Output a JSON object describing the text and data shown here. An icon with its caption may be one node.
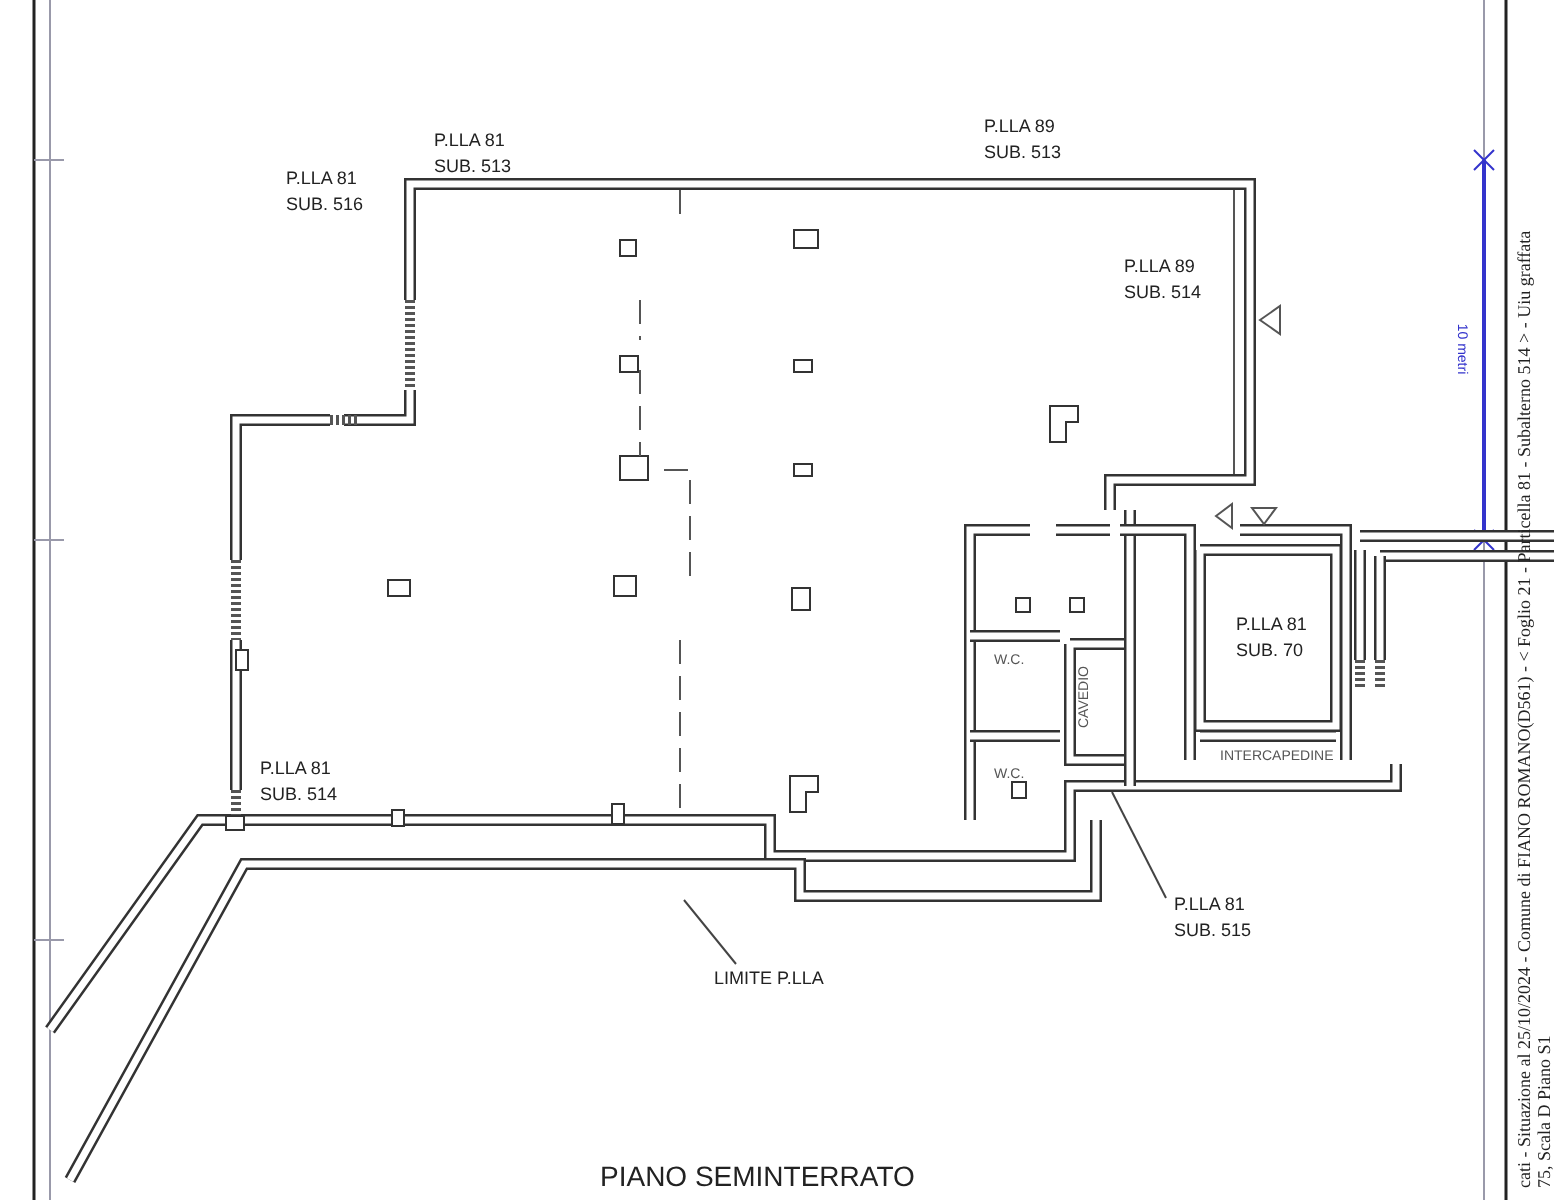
{
  "diagram": {
    "title": "PIANO SEMINTERRATO",
    "nodes": [
      {
        "text": [
          "P.LLA 81 SUB. 515"
        ]
      },
      {
        "text": [
          "LIMITE P.LLA"
        ]
      }
    ],
    "edges": [
      {
        "from": 0,
        "to": null,
        "arrow": "none"
      },
      {
        "from": 1,
        "to": null,
        "arrow": "none"
      }
    ],
    "labels": [
      "P.LLA 89 SUB. 513",
      "P.LLA 81 SUB. 513",
      "P.LLA 81 SUB. 516",
      "P.LLA 89 SUB. 514",
      "10 metri",
      "P.LLA 81 SUB. 70",
      "W.C.",
      "CAVEDIO",
      "W.C.",
      "INTERCAPEDINE",
      "P.LLA 81 SUB. 514",
      "cati - Situazione al 25/10/2024 - Comune di FIANO ROMANO(D561) - < Foglio 21 - Particella 81 - Subalterno 514 > - Uiu graffata",
      "75, Scala D Piano S1"
    ]
  }
}
